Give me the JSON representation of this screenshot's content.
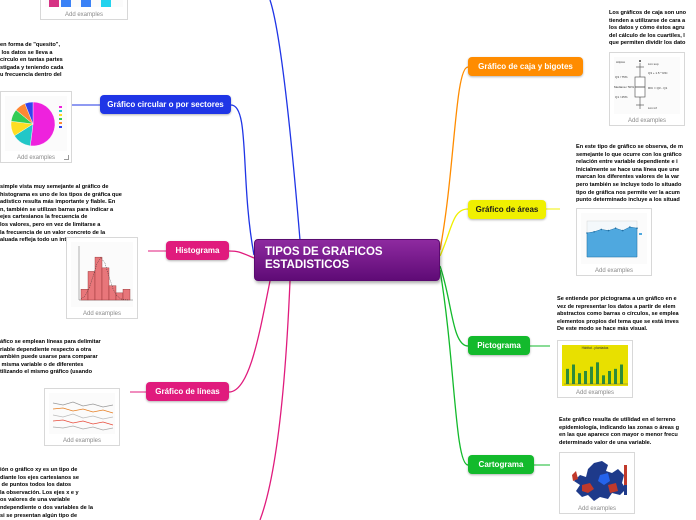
{
  "central": {
    "title": "TIPOS DE GRAFICOS ESTADISTICOS"
  },
  "colors": {
    "blue": "#1f35e6",
    "pink": "#e01b7d",
    "orange": "#ff8c00",
    "yellow": "#f0f000",
    "green": "#13ba2c",
    "purple": "#6a0a80"
  },
  "branches": {
    "circular": {
      "label": "Gráfico circular o por sectores",
      "desc": "en forma de \"quesito\",\n los datos se lleva a\ncírculo en tantas partes\nstigada y teniendo cada\nu frecuencia dentro del"
    },
    "histograma": {
      "label": "Histograma",
      "desc": "simple vista muy semejante al gráfico de\nhistograma es uno de los tipos de gráfica que\nadístico resulta más importante y fiable. En\nn, también se utilizan barras para indicar a\nejes cartesianos la frecuencia de\nlos valores, pero en vez de limitarse a\nla frecuencia de un valor concreto de la\naluada refleja todo un intervalo."
    },
    "lineas": {
      "label": "Gráfico de líneas",
      "desc": "áfico se emplean líneas para delimitar\nriable dependiente respecto a otra\nambién puede usarse para comparar\n misma variable o de diferentes\ntilizando el mismo gráfico (usando"
    },
    "dispersion": {
      "desc": "ión o gráfico xy es un tipo de\ndiante los ejes cartesianos se\n de puntos todos los datos\nla observación. Los ejes x e y\nos valores de una variable\nndependiente o dos variables de la\nsi se presentan algún tipo de"
    },
    "cajas": {
      "label": "Gráfico de caja y bigotes",
      "desc": "Los gráficos de caja son uno\ntienden a utilizarse de cara a\nlos datos y cómo éstos agru\ndel cálculo de los cuartiles, l\nque permiten dividir los dato"
    },
    "areas": {
      "label": "Gráfico de áreas",
      "desc": "En este tipo de gráfico se observa, de m\nsemejante lo que ocurre con los gráfico\nrelación entre variable dependiente e i\nInicialmente se hace una línea que une\nmarcan los diferentes valores de la var\npero también se incluye todo lo situado\ntipo de gráfica nos permite ver la acum\npunto determinado incluye a los situad"
    },
    "pictograma": {
      "label": "Pictograma",
      "desc": "Se entiende por pictograma a un gráfico en e\nvez de representar los datos a partir de elem\nabstractos como barras o círculos, se emplea\nelementos propios del tema que se está inves\nDe este modo se hace más visual."
    },
    "cartograma": {
      "label": "Cartograma",
      "desc": "Este gráfico resulta de utilidad en el terreno\nepidemiología, indicando las zonas o áreas g\nen las que aparece con mayor o menor frecu\ndeterminado valor de una variable."
    }
  },
  "thumbs": {
    "caption": "Add examples",
    "boxplot_labels": [
      "Atípico",
      "Q3 / 75%",
      "Mediana / 50%",
      "Q1 / 25%",
      "Lim sup",
      "Q3 + 1.5 * RIC",
      "RIC = Q3 - Q1",
      "Lim inf"
    ],
    "pictograma_title": "Hábitat - plantadas"
  },
  "chart_data": [
    {
      "type": "pie",
      "values": [
        52,
        14,
        11,
        9,
        8,
        6
      ],
      "colors": [
        "#ee22dd",
        "#22c7c7",
        "#ffdd22",
        "#33cc55",
        "#ff8833",
        "#3344ee"
      ]
    },
    {
      "type": "bar",
      "values": [
        3,
        8,
        12,
        9,
        4,
        2,
        3
      ],
      "ylim": [
        0,
        14
      ]
    },
    {
      "type": "area",
      "values": [
        20,
        21,
        23,
        22,
        24,
        22,
        25,
        24
      ],
      "ylim": [
        0,
        30
      ]
    },
    {
      "type": "bar",
      "values": [
        7,
        9,
        5,
        6,
        8,
        10,
        4,
        6,
        7,
        9
      ],
      "ylim": [
        0,
        12
      ]
    }
  ]
}
